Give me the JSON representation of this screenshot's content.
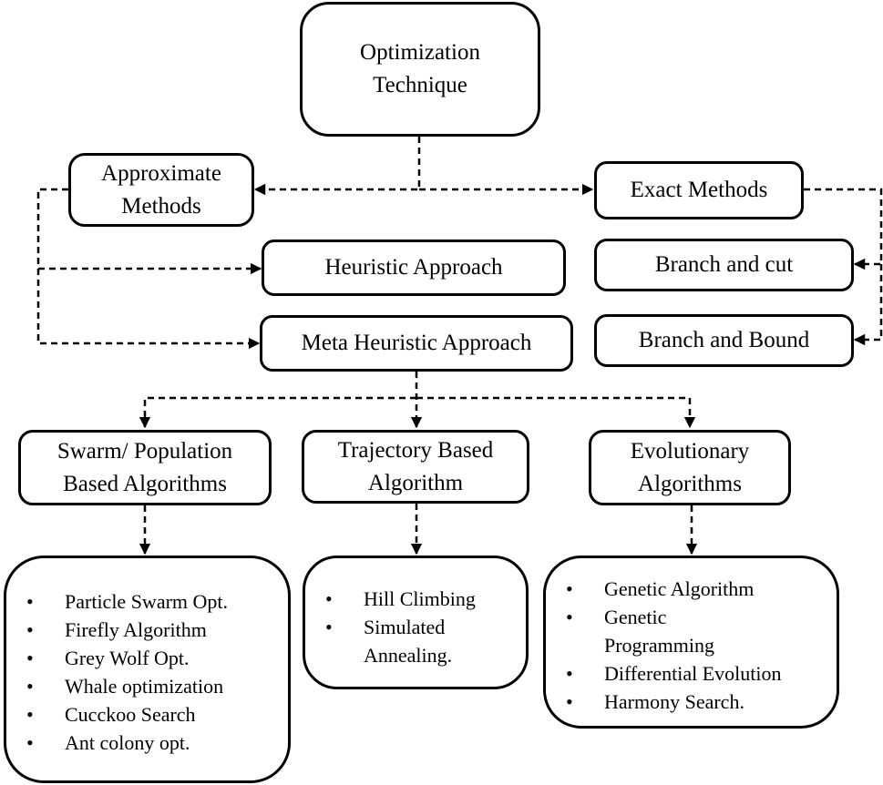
{
  "nodes": {
    "root": [
      "Optimization",
      "Technique"
    ],
    "approximate": [
      "Approximate",
      "Methods"
    ],
    "exact": [
      "Exact Methods"
    ],
    "heuristic": [
      "Heuristic Approach"
    ],
    "meta_heuristic": [
      "Meta Heuristic Approach"
    ],
    "branch_cut": [
      "Branch and cut"
    ],
    "branch_bound": [
      "Branch and Bound"
    ],
    "swarm": [
      "Swarm/ Population",
      "Based Algorithms"
    ],
    "trajectory": [
      "Trajectory Based",
      "Algorithm"
    ],
    "evolutionary": [
      "Evolutionary",
      "Algorithms"
    ]
  },
  "lists": {
    "swarm_examples": [
      "Particle Swarm Opt.",
      "Firefly Algorithm",
      "Grey Wolf Opt.",
      "Whale optimization",
      "Cucckoo Search",
      "Ant colony opt."
    ],
    "trajectory_examples": [
      "Hill Climbing",
      "Simulated",
      "Annealing."
    ],
    "evolutionary_examples": [
      "Genetic Algorithm",
      "Genetic",
      "Programming",
      "Differential Evolution",
      "Harmony Search."
    ]
  },
  "edges": [
    {
      "from": "root",
      "to": "approximate",
      "style": "dashed"
    },
    {
      "from": "root",
      "to": "exact",
      "style": "dashed"
    },
    {
      "from": "approximate",
      "to": "heuristic",
      "style": "dashed"
    },
    {
      "from": "approximate",
      "to": "meta_heuristic",
      "style": "dashed"
    },
    {
      "from": "exact",
      "to": "branch_cut",
      "style": "dashed"
    },
    {
      "from": "exact",
      "to": "branch_bound",
      "style": "dashed"
    },
    {
      "from": "meta_heuristic",
      "to": "swarm",
      "style": "dashed"
    },
    {
      "from": "meta_heuristic",
      "to": "trajectory",
      "style": "dashed"
    },
    {
      "from": "meta_heuristic",
      "to": "evolutionary",
      "style": "dashed"
    },
    {
      "from": "swarm",
      "to": "swarm_examples",
      "style": "dashed"
    },
    {
      "from": "trajectory",
      "to": "trajectory_examples",
      "style": "dashed"
    },
    {
      "from": "evolutionary",
      "to": "evolutionary_examples",
      "style": "dashed"
    }
  ]
}
